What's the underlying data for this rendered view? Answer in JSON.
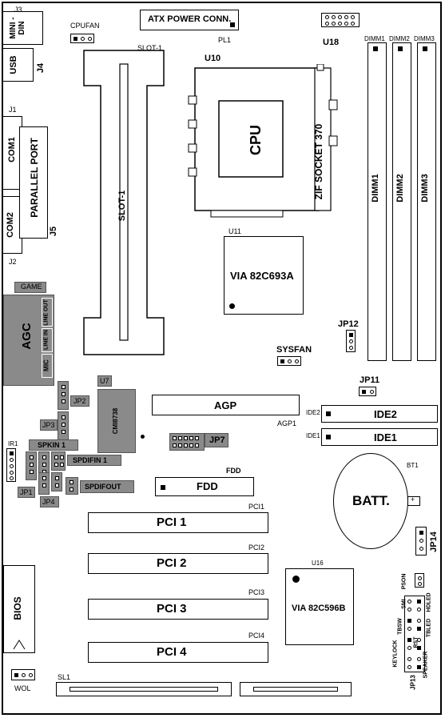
{
  "labels": {
    "j3": "J3",
    "mini_din": "MINI - DIN",
    "cpufan": "CPUFAN",
    "atx_power": "ATX POWER CONN.",
    "pl1": "PL1",
    "u18": "U18",
    "dimm1_top": "DIMM1",
    "dimm2_top": "DIMM2",
    "dimm3_top": "DIMM3",
    "usb": "USB",
    "j4": "J4",
    "slot1_top": "SLOT-1",
    "u10": "U10",
    "j1": "J1",
    "com1": "COM1",
    "parallel_port": "PARALLEL PORT",
    "com2": "COM2",
    "j5": "J5",
    "j2": "J2",
    "cpu": "CPU",
    "zif_socket": "ZIF SOCKET 370",
    "slot1_vert": "SLOT-1",
    "dimm1": "DIMM1",
    "dimm2": "DIMM2",
    "dimm3": "DIMM3",
    "u11": "U11",
    "via_693": "VIA 82C693A",
    "game": "GAME",
    "agc": "AGC",
    "line_out": "LINE OUT",
    "line_in": "LINE IN",
    "mic": "MIC",
    "jp12": "JP12",
    "sysfan": "SYSFAN",
    "jp11": "JP11",
    "u7": "U7",
    "jp2": "JP2",
    "cmi": "CMI8738",
    "agp": "AGP",
    "agp1": "AGP1",
    "ide2_small": "IDE2",
    "ide2": "IDE2",
    "ide1_small": "IDE1",
    "ide1": "IDE1",
    "jp3": "JP3",
    "jp7": "JP7",
    "ir1": "IR1",
    "spkin": "SPKIN 1",
    "spdifin": "SPDIFIN 1",
    "bt1": "BT1",
    "fdd_top": "FDD",
    "fdd": "FDD",
    "batt": "BATT.",
    "jp1": "JP1",
    "spdifout": "SPDIFOUT",
    "jp4": "JP4",
    "pci1_small": "PCI1",
    "pci1": "PCI 1",
    "pci2_small": "PCI2",
    "pci2": "PCI 2",
    "pci3_small": "PCI3",
    "pci3": "PCI 3",
    "pci4_small": "PCI4",
    "pci4": "PCI 4",
    "jp14": "JP14",
    "u16": "U16",
    "via_596": "VIA 82C596B",
    "bios": "BIOS",
    "pson": "PSON",
    "smi": "SMI",
    "hdled": "HDLED",
    "tbsw": "TBSW",
    "tbled": "TBLED",
    "rst": "RST",
    "keylock": "KEYLOCK",
    "jp13": "JP13",
    "speaker": "SPEAKER",
    "wol": "WOL",
    "sl1": "SL1"
  }
}
